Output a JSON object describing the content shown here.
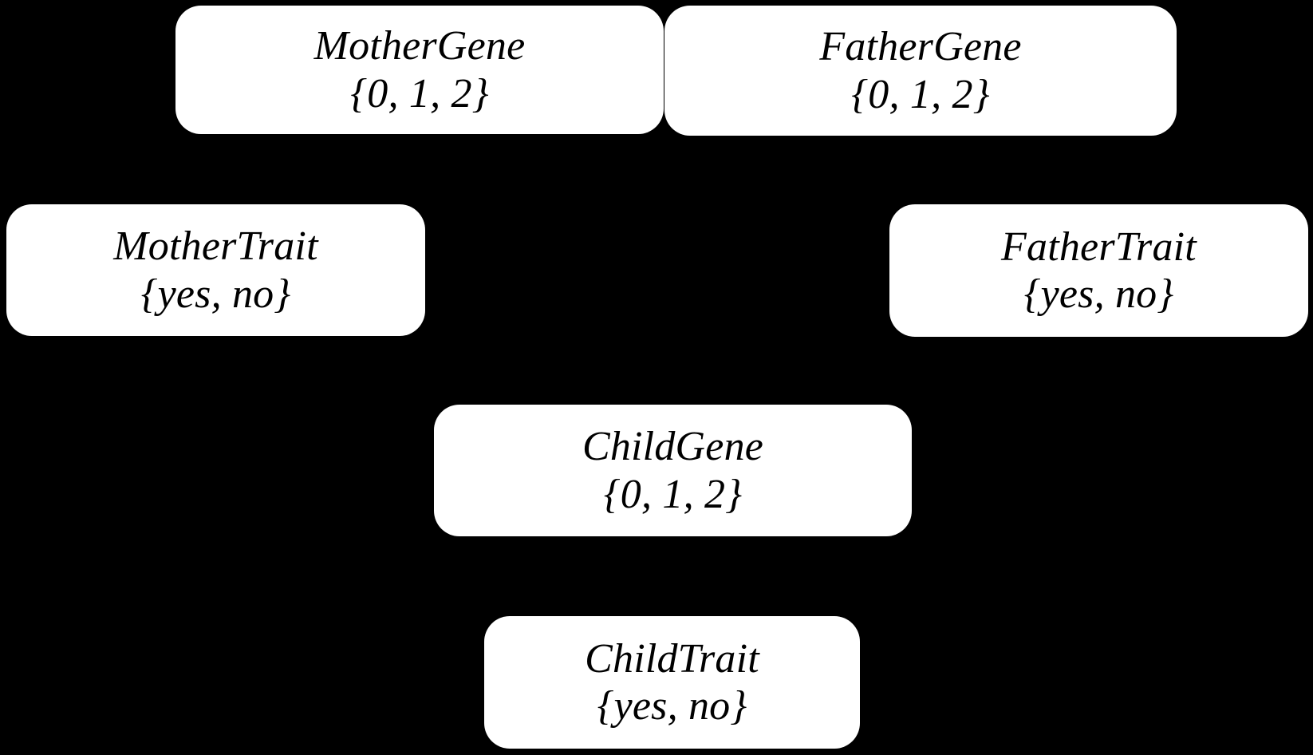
{
  "diagram": {
    "type": "bayesian-network",
    "background_color": "#000000",
    "node_fill_color": "#ffffff",
    "node_text_color": "#000000",
    "nodes": [
      {
        "id": "mother-gene",
        "label": "MotherGene",
        "domain": "{0, 1, 2}"
      },
      {
        "id": "father-gene",
        "label": "FatherGene",
        "domain": "{0, 1, 2}"
      },
      {
        "id": "mother-trait",
        "label": "MotherTrait",
        "domain": "{yes, no}"
      },
      {
        "id": "father-trait",
        "label": "FatherTrait",
        "domain": "{yes, no}"
      },
      {
        "id": "child-gene",
        "label": "ChildGene",
        "domain": "{0, 1, 2}"
      },
      {
        "id": "child-trait",
        "label": "ChildTrait",
        "domain": "{yes, no}"
      }
    ]
  }
}
